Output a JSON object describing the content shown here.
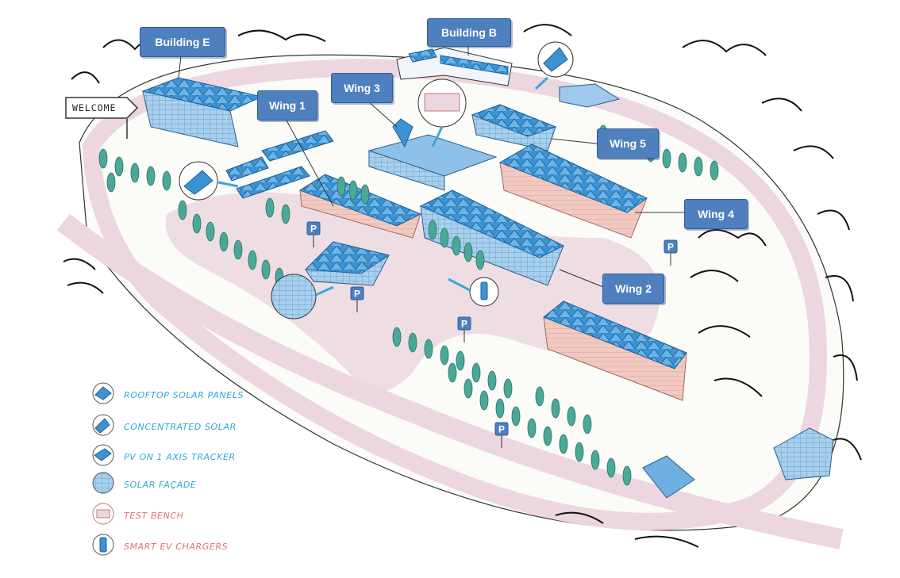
{
  "sign": {
    "welcome": "WELCOME"
  },
  "labels": {
    "building_e": "Building E",
    "building_b": "Building B",
    "wing_1": "Wing 1",
    "wing_2": "Wing 2",
    "wing_3": "Wing 3",
    "wing_4": "Wing 4",
    "wing_5": "Wing 5"
  },
  "parking": {
    "letter": "P"
  },
  "legend": [
    {
      "label": "ROOFTOP SOLAR PANELS",
      "icon": "rooftop-solar-icon",
      "color": "#2fa8d6"
    },
    {
      "label": "CONCENTRATED SOLAR",
      "icon": "concentrated-solar-icon",
      "color": "#2fa8d6"
    },
    {
      "label": "PV ON 1 AXIS TRACKER",
      "icon": "pv-tracker-icon",
      "color": "#2fa8d6"
    },
    {
      "label": "SOLAR FAÇADE",
      "icon": "solar-facade-icon",
      "color": "#2fa8d6"
    },
    {
      "label": "TEST BENCH",
      "icon": "test-bench-icon",
      "color": "#e0746e"
    },
    {
      "label": "SMART EV CHARGERS",
      "icon": "ev-charger-icon",
      "color": "#e0746e"
    }
  ],
  "colors": {
    "road": "#ecd6df",
    "building_blue": "#7fb8e6",
    "panel_blue": "#2f86c6",
    "tree": "#4aa898",
    "callout": "#4e7fbf",
    "legend_blue": "#2fa8d6",
    "legend_red": "#e0746e"
  }
}
